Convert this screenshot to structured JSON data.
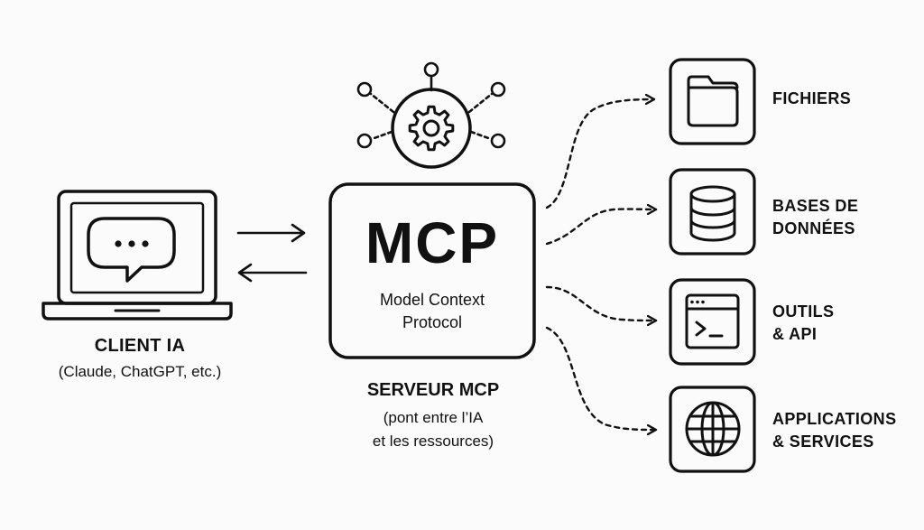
{
  "client": {
    "title": "CLIENT IA",
    "subtitle": "(Claude, ChatGPT, etc.)"
  },
  "mcp": {
    "title": "MCP",
    "subtitle_line1": "Model Context",
    "subtitle_line2": "Protocol"
  },
  "server": {
    "title": "SERVEUR MCP",
    "subtitle_line1": "(pont entre l’IA",
    "subtitle_line2": "et les ressources)"
  },
  "resources": [
    {
      "icon": "folder-icon",
      "line1": "FICHIERS",
      "line2": ""
    },
    {
      "icon": "database-icon",
      "line1": "BASES DE",
      "line2": "DONNÉES"
    },
    {
      "icon": "terminal-icon",
      "line1": "OUTILS",
      "line2": "& API"
    },
    {
      "icon": "globe-icon",
      "line1": "APPLICATIONS",
      "line2": "& SERVICES"
    }
  ]
}
